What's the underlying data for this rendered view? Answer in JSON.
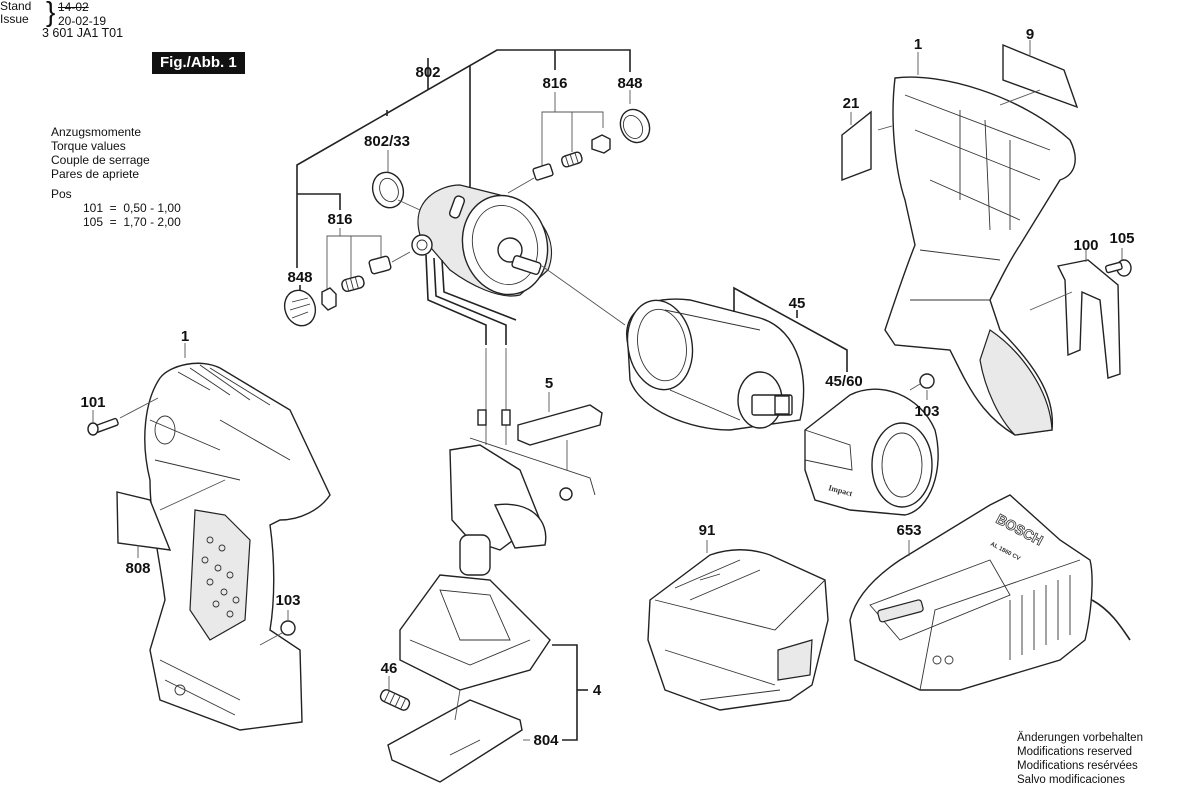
{
  "header": {
    "document_number": "3 601 JA1 T01",
    "stand_label": "Stand",
    "issue_label": "Issue",
    "old_date": "14-02",
    "issue_date": "20-02-19",
    "figure_label": "Fig./Abb. 1"
  },
  "torque": {
    "lines": [
      "Anzugsmomente",
      "Torque values",
      "Couple de serrage",
      "Pares de apriete"
    ],
    "pos_label": "Pos",
    "rows": [
      {
        "pos": "101",
        "range": "0,50 - 1,00"
      },
      {
        "pos": "105",
        "range": "1,70 - 2,00"
      }
    ]
  },
  "disclaimer": [
    "Änderungen vorbehalten",
    "Modifications reserved",
    "Modifications resérvées",
    "Salvo modificaciones"
  ],
  "callouts": {
    "c802": "802",
    "c816_top": "816",
    "c848_top": "848",
    "c802_33": "802/33",
    "c816_left": "816",
    "c848_left": "848",
    "c1_right": "1",
    "c9": "9",
    "c21": "21",
    "c105": "105",
    "c100": "100",
    "c45": "45",
    "c45_60": "45/60",
    "c103_right": "103",
    "c1_left": "1",
    "c101": "101",
    "c808": "808",
    "c103_left": "103",
    "c5": "5",
    "c91": "91",
    "c653": "653",
    "c46": "46",
    "c4": "4",
    "c804": "804"
  },
  "part_marks": {
    "charger_brand": "BOSCH",
    "charger_model": "AL 1860 CV",
    "nose_cover_text": "Impact"
  }
}
